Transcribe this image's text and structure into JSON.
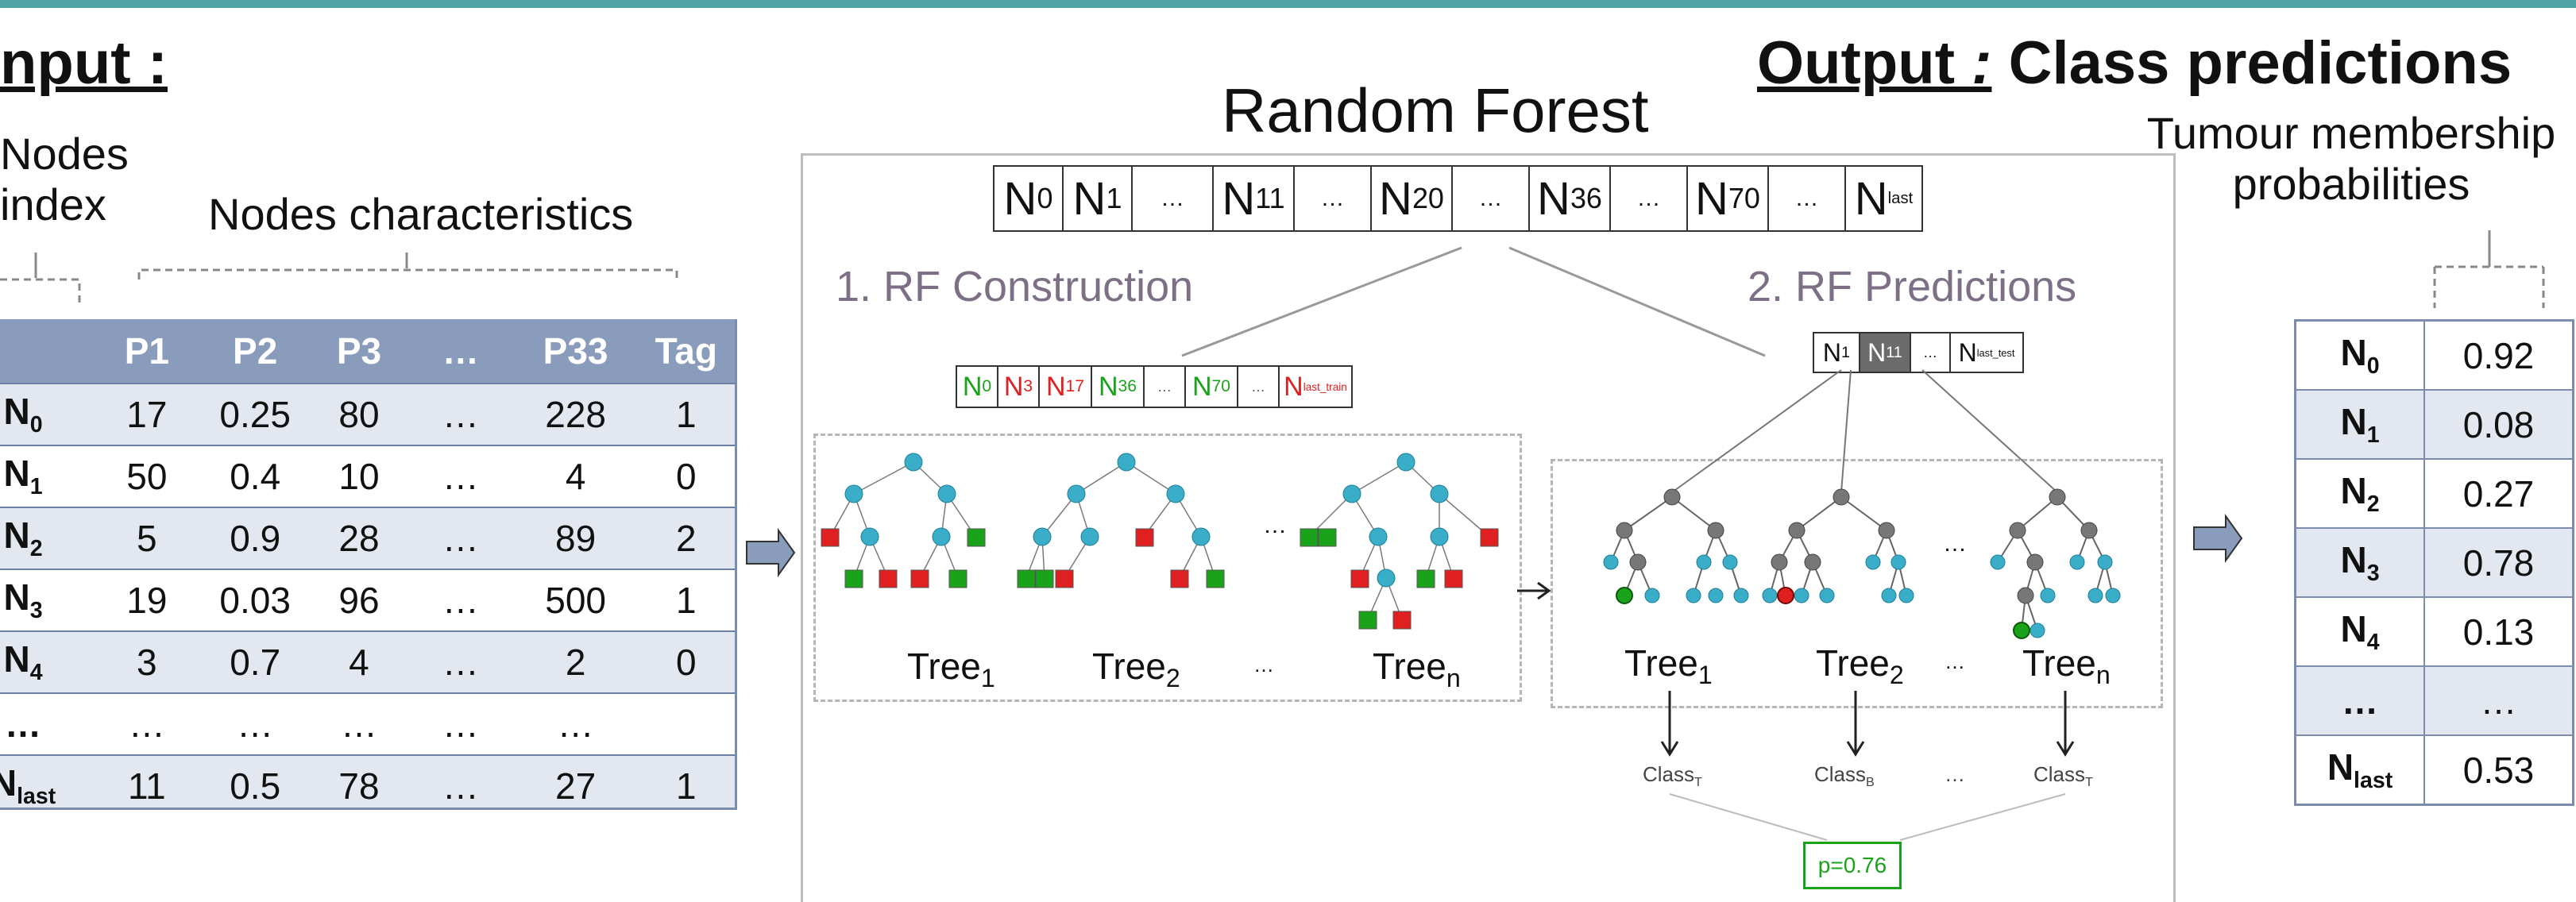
{
  "input_heading": "nput :",
  "output_heading": {
    "prefix": "Output",
    "colon": " :",
    "rest": " Class predictions"
  },
  "nodes_index_label": [
    "Nodes",
    "index"
  ],
  "nodes_characteristics_label": "Nodes characteristics",
  "random_forest_title": "Random Forest",
  "tumour_label": [
    "Tumour membership",
    "probabilities"
  ],
  "step1_label": "1. RF Construction",
  "step2_label": "2. RF Predictions",
  "node_strip": [
    "N0",
    "N1",
    "…",
    "N11",
    "…",
    "N20",
    "…",
    "N36",
    "…",
    "N70",
    "…",
    "Nlast"
  ],
  "train_strip": [
    {
      "t": "N0",
      "c": "green"
    },
    {
      "t": "N3",
      "c": "red"
    },
    {
      "t": "N17",
      "c": "red"
    },
    {
      "t": "N36",
      "c": "green"
    },
    {
      "t": "…",
      "c": "gray"
    },
    {
      "t": "N70",
      "c": "green"
    },
    {
      "t": "…",
      "c": "gray"
    },
    {
      "t": "Nlast_train",
      "c": "red"
    }
  ],
  "test_strip": [
    "N1",
    "N11",
    "…",
    "Nlast_test"
  ],
  "input_table": {
    "headers": [
      "",
      "P1",
      "P2",
      "P3",
      "…",
      "P33",
      "Tag"
    ],
    "rows": [
      {
        "node": "N0",
        "vals": [
          "17",
          "0.25",
          "80",
          "…",
          "228",
          "1"
        ]
      },
      {
        "node": "N1",
        "vals": [
          "50",
          "0.4",
          "10",
          "…",
          "4",
          "0"
        ]
      },
      {
        "node": "N2",
        "vals": [
          "5",
          "0.9",
          "28",
          "…",
          "89",
          "2"
        ]
      },
      {
        "node": "N3",
        "vals": [
          "19",
          "0.03",
          "96",
          "…",
          "500",
          "1"
        ]
      },
      {
        "node": "N4",
        "vals": [
          "3",
          "0.7",
          "4",
          "…",
          "2",
          "0"
        ]
      },
      {
        "node": "…",
        "vals": [
          "…",
          "…",
          "…",
          "…",
          "…",
          ""
        ]
      },
      {
        "node": "Nlast",
        "vals": [
          "11",
          "0.5",
          "78",
          "…",
          "27",
          "1"
        ]
      }
    ]
  },
  "output_table": [
    {
      "node": "N0",
      "p": "0.92"
    },
    {
      "node": "N1",
      "p": "0.08"
    },
    {
      "node": "N2",
      "p": "0.27"
    },
    {
      "node": "N3",
      "p": "0.78"
    },
    {
      "node": "N4",
      "p": "0.13"
    },
    {
      "node": "…",
      "p": "…"
    },
    {
      "node": "Nlast",
      "p": "0.53"
    }
  ],
  "tree_labels": {
    "left": [
      "Tree1",
      "Tree2",
      "…",
      "Treen"
    ],
    "right": [
      "Tree1",
      "Tree2",
      "…",
      "Treen"
    ]
  },
  "class_labels": [
    "ClassT",
    "ClassB",
    "…",
    "ClassT"
  ],
  "probability_box": "p=0.76",
  "colors": {
    "accent": "#4fa3a5",
    "header": "#8a9cbc",
    "green": "#1aa31a",
    "red": "#e02020",
    "node_blue": "#3aaec9",
    "node_gray": "#777777",
    "step_text": "#7d6f86"
  }
}
